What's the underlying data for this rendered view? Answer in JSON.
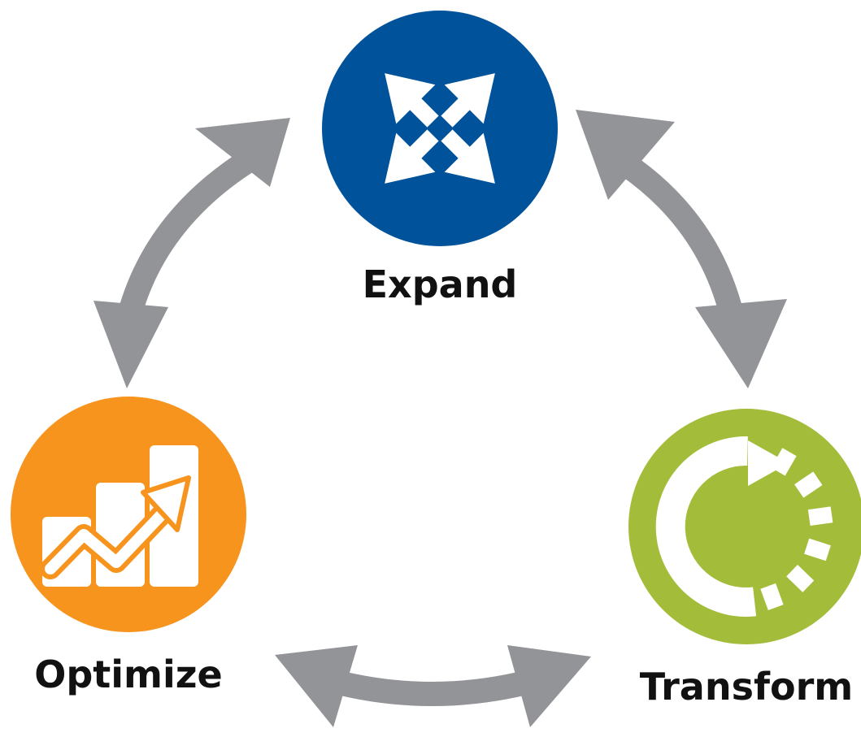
{
  "nodes": {
    "expand": {
      "label": "Expand",
      "color": "#00529b",
      "icon": "expand-arrows-icon"
    },
    "optimize": {
      "label": "Optimize",
      "color": "#f7941d",
      "icon": "rising-bar-chart-icon"
    },
    "transform": {
      "label": "Transform",
      "color": "#a3bd3a",
      "icon": "circular-arrow-icon"
    }
  },
  "connectors": {
    "color": "#929497",
    "links": [
      {
        "from": "expand",
        "to": "optimize",
        "icon": "double-headed-arrow-icon"
      },
      {
        "from": "expand",
        "to": "transform",
        "icon": "double-headed-arrow-icon"
      },
      {
        "from": "optimize",
        "to": "transform",
        "icon": "double-headed-arrow-icon"
      }
    ]
  }
}
